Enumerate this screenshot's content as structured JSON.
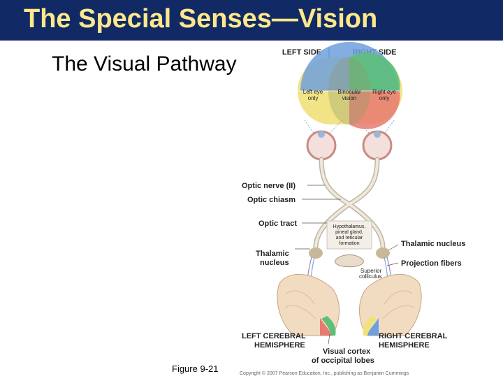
{
  "header": {
    "title": "The Special Senses—Vision"
  },
  "slide": {
    "subtitle": "The Visual Pathway",
    "figure_caption": "Figure 9-21"
  },
  "diagram": {
    "top_labels": {
      "left_side": "LEFT SIDE",
      "right_side": "RIGHT SIDE"
    },
    "field_labels": {
      "left_eye_line1": "Left eye",
      "left_eye_line2": "only",
      "binocular_line1": "Binocular",
      "binocular_line2": "vision",
      "right_eye_line1": "Right eye",
      "right_eye_line2": "only"
    },
    "labels": {
      "optic_nerve": "Optic nerve (II)",
      "optic_chiasm": "Optic chiasm",
      "optic_tract": "Optic tract",
      "hypothalamus_line1": "Hypothalamus,",
      "hypothalamus_line2": "pineal gland,",
      "hypothalamus_line3": "and reticular",
      "hypothalamus_line4": "formation",
      "thalamic_nucleus_right": "Thalamic nucleus",
      "thalamic_nucleus_left_line1": "Thalamic",
      "thalamic_nucleus_left_line2": "nucleus",
      "superior_colliculus_line1": "Superior",
      "superior_colliculus_line2": "colliculus",
      "projection_fibers": "Projection fibers",
      "left_hemisphere_line1": "LEFT CEREBRAL",
      "left_hemisphere_line2": "HEMISPHERE",
      "right_hemisphere_line1": "RIGHT CEREBRAL",
      "right_hemisphere_line2": "HEMISPHERE",
      "visual_cortex_line1": "Visual cortex",
      "visual_cortex_line2": "of occipital lobes"
    },
    "copyright": "Copyright © 2007 Pearson Education, Inc., publishing as Benjamin Cummings"
  },
  "colors": {
    "title_bar": "#112a66",
    "title_text": "#ffe88a",
    "field_blue": "#6fa0dc",
    "field_green": "#5cbf7a",
    "field_yellow": "#f2e07a",
    "field_red": "#e87a72",
    "nerve": "#e8e0d0"
  }
}
